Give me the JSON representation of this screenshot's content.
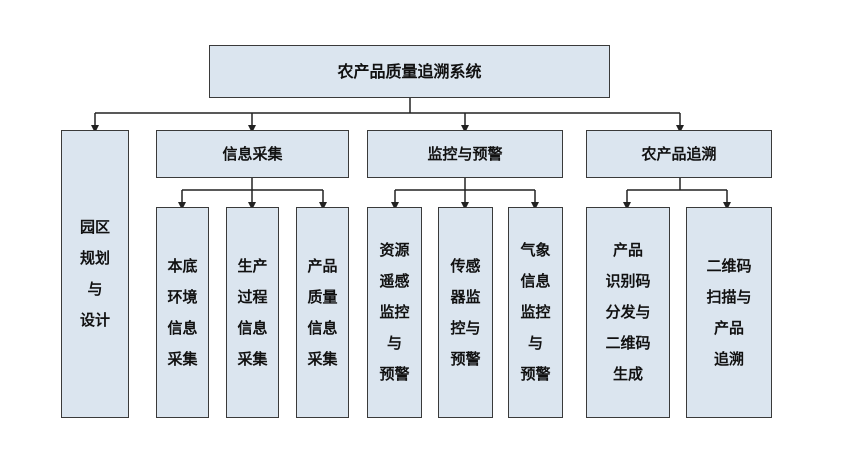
{
  "root": "农产品质量追溯系统",
  "level1": {
    "park": "园区\n规划\n与\n设计",
    "collect": "信息采集",
    "monitor": "监控与预警",
    "trace": "农产品追溯"
  },
  "collect_children": [
    "本底\n环境\n信息\n采集",
    "生产\n过程\n信息\n采集",
    "产品\n质量\n信息\n采集"
  ],
  "monitor_children": [
    "资源\n遥感\n监控\n与\n预警",
    "传感\n器监\n控与\n预警",
    "气象\n信息\n监控\n与\n预警"
  ],
  "trace_children": [
    "产品\n识别码\n分发与\n二维码\n生成",
    "二维码\n扫描与\n产品\n追溯"
  ]
}
